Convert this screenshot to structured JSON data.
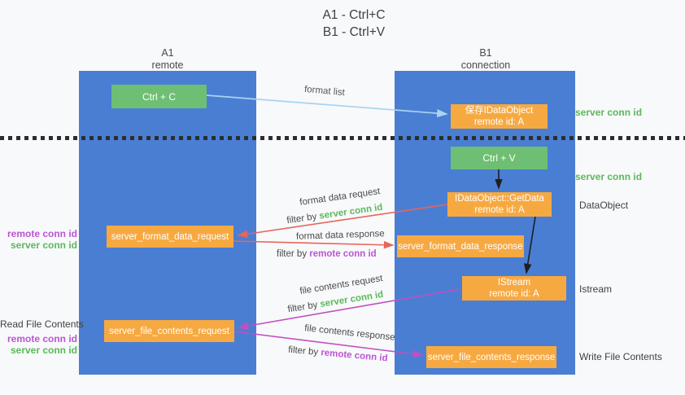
{
  "title": {
    "line1": "A1 - Ctrl+C",
    "line2": "B1 - Ctrl+V"
  },
  "lanes": {
    "a": {
      "name": "A1",
      "subtitle": "remote"
    },
    "b": {
      "name": "B1",
      "subtitle": "connection"
    }
  },
  "nodes": {
    "ctrl_c": {
      "label": "Ctrl + C"
    },
    "ctrl_v": {
      "label": "Ctrl + V"
    },
    "save_dataobject": {
      "line1": "保存IDataObject",
      "line2": "remote id: A"
    },
    "getdata": {
      "line1": "IDataObject::GetData",
      "line2": "remote id: A"
    },
    "istream": {
      "line1": "IStream",
      "line2": "remote id: A"
    },
    "format_request": {
      "label": "server_format_data_request"
    },
    "format_response": {
      "label": "server_format_data_response"
    },
    "file_request": {
      "label": "server_file_contents_request"
    },
    "file_response": {
      "label": "server_file_contents_response"
    }
  },
  "arrows": {
    "format_list": {
      "label": "format list"
    },
    "format_data_request": {
      "label": "format data request",
      "filter_prefix": "filter by ",
      "filter_value": "server conn id"
    },
    "format_data_response": {
      "label": "format data response",
      "filter_prefix": "filter by ",
      "filter_value": "remote conn id"
    },
    "file_contents_request": {
      "label": "file contents request",
      "filter_prefix": "filter by ",
      "filter_value": "server conn id"
    },
    "file_contents_response": {
      "label": "file contents response",
      "filter_prefix": "filter by ",
      "filter_value": "remote conn id"
    }
  },
  "side_labels": {
    "right_server_conn_top": "server conn id",
    "right_server_conn_mid": "server conn id",
    "right_dataobject": "DataObject",
    "right_istream": "Istream",
    "right_write_file": "Write File Contents",
    "left_remote_conn_top": "remote conn id",
    "left_server_conn_top": "server conn id",
    "left_read_file": "Read File Contents",
    "left_remote_conn_bottom": "remote conn id",
    "left_server_conn_bottom": "server conn id"
  },
  "colors": {
    "lane_blue": "#4a7ed3",
    "node_green": "#6ebf73",
    "node_orange": "#f7a941",
    "arrow_red": "#e8655b",
    "arrow_magenta": "#c24fc2",
    "arrow_lightblue": "#a9d3f2",
    "arrow_black": "#1f1f1f",
    "text_green": "#5cb85c",
    "text_purple": "#ba55d3"
  }
}
